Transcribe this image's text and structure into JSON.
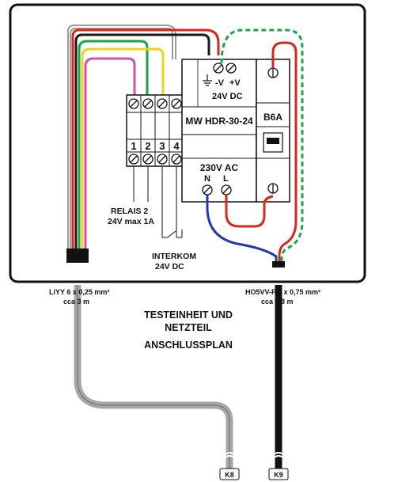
{
  "colors": {
    "wire_red": "#d8261d",
    "wire_green": "#1ea34a",
    "wire_yellow": "#f2d21b",
    "wire_pink": "#d24fb4",
    "wire_blue": "#2238a6",
    "wire_black": "#1a1a1a",
    "wire_gray": "#9a9a9a",
    "cable_gray": "#a7a7a7",
    "cable_black": "#111111"
  },
  "relay_block": {
    "terminal_numbers": [
      "1",
      "2",
      "3",
      "4"
    ],
    "label_line1": "RELAIS 2",
    "label_line2": "24V max 1A"
  },
  "intercom": {
    "label_line1": "INTERKOM",
    "label_line2": "24V DC"
  },
  "power_supply": {
    "model": "MW HDR-30-24",
    "output_neg": "-V",
    "output_pos": "+V",
    "output_voltage": "24V DC",
    "input_voltage": "230V AC",
    "input_n": "N",
    "input_l": "L"
  },
  "breaker": {
    "rating": "B6A"
  },
  "cables": {
    "left_spec": "LiYY  6 x 0,25 mm²",
    "left_length": "cca 3 m",
    "right_spec": "HO5VV-F  3 x 0,75 mm²",
    "right_length": "cca 1,8 m",
    "left_tag": "K8",
    "right_tag": "K9"
  },
  "title": {
    "line1": "TESTEINHEIT UND",
    "line2": "NETZTEIL",
    "line3": "ANSCHLUSSPLAN"
  }
}
